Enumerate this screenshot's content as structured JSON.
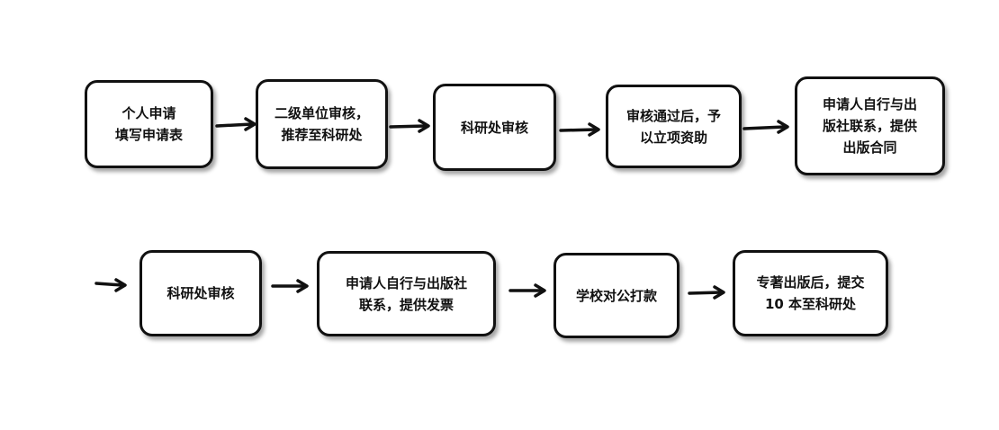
{
  "flow": {
    "row1": [
      {
        "id": "apply",
        "lines": [
          "个人申请",
          "填写申请表"
        ]
      },
      {
        "id": "secondary-review",
        "lines": [
          "二级单位审核，",
          "推荐至科研处"
        ]
      },
      {
        "id": "research-review-1",
        "lines": [
          "科研处审核"
        ]
      },
      {
        "id": "funding",
        "lines": [
          "审核通过后，予",
          "以立项资助"
        ]
      },
      {
        "id": "contract",
        "lines": [
          "申请人自行与出",
          "版社联系，提供",
          "出版合同"
        ]
      }
    ],
    "row2": [
      {
        "id": "research-review-2",
        "lines": [
          "科研处审核"
        ]
      },
      {
        "id": "invoice",
        "lines": [
          "申请人自行与出版社",
          "联系，提供发票"
        ]
      },
      {
        "id": "payment",
        "lines": [
          "学校对公打款"
        ]
      },
      {
        "id": "submit-books",
        "lines": [
          "专著出版后，提交",
          "10 本至科研处"
        ]
      }
    ]
  },
  "colors": {
    "border": "#111111",
    "text": "#111111",
    "arrow": "#111111"
  }
}
